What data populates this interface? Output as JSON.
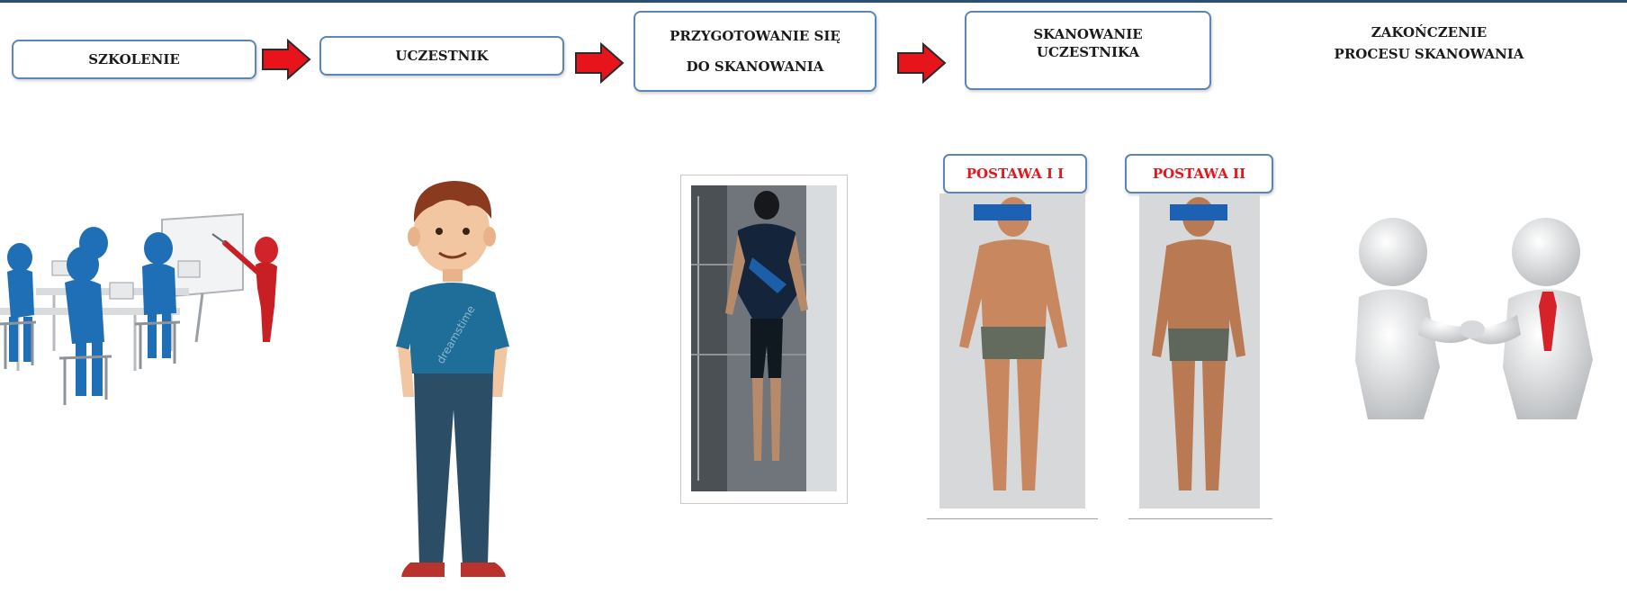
{
  "steps": [
    {
      "label": "SZKOLENIE"
    },
    {
      "label": "UCZESTNIK"
    },
    {
      "label": "PRZYGOTOWANIE SIĘ",
      "label2": "DO SKANOWANIA"
    },
    {
      "label": "SKANOWANIE",
      "label2": "UCZESTNIKA"
    },
    {
      "label": "ZAKOŃCZENIE",
      "label2": "PROCESU SKANOWANIA"
    }
  ],
  "poses": [
    {
      "label": "POSTAWA I  I"
    },
    {
      "label": "POSTAWA II"
    }
  ],
  "watermark": "dreamstime",
  "colors": {
    "box_border": "#5b86b8",
    "arrow_red": "#e8141b",
    "pose_text": "#e8141b",
    "header_rule": "#2a4f73"
  }
}
